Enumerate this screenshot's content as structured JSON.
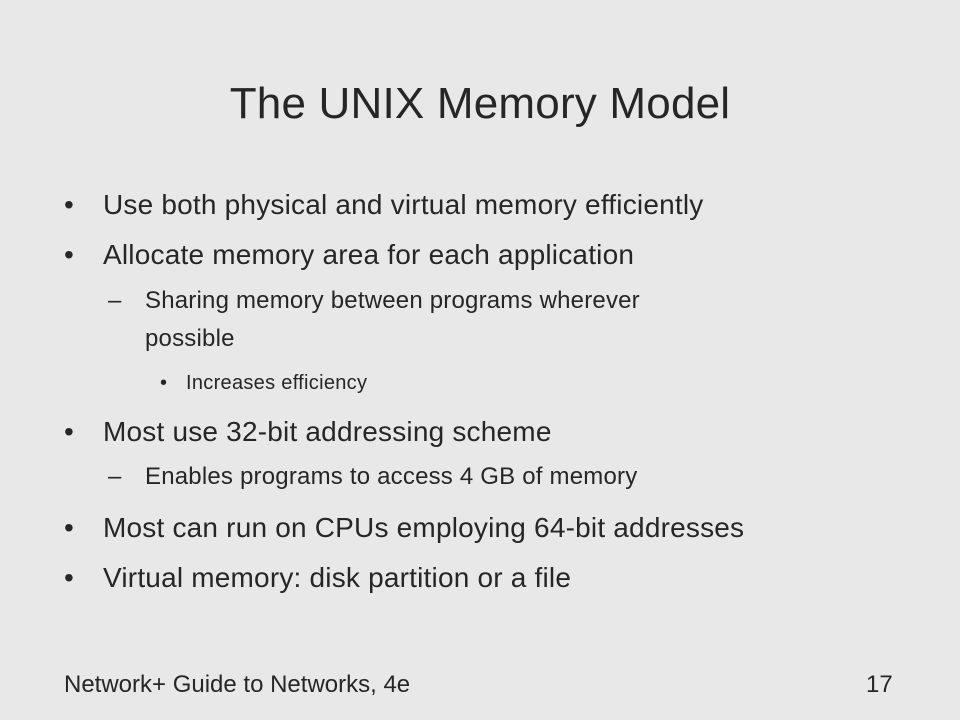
{
  "slide": {
    "title": "The UNIX Memory Model",
    "bullet_glyph": "•",
    "dash_glyph": "–",
    "items": [
      "Use both physical and virtual memory efficiently",
      "Allocate memory area for each application",
      "Sharing memory between programs wherever",
      "possible",
      "Increases efficiency",
      "Most use 32-bit addressing scheme",
      "Enables programs to access 4 GB of memory",
      "Most can run on CPUs employing 64-bit addresses",
      "Virtual memory: disk partition or a file"
    ]
  },
  "footer": {
    "source": "Network+ Guide to Networks, 4e",
    "page_number": "17"
  }
}
